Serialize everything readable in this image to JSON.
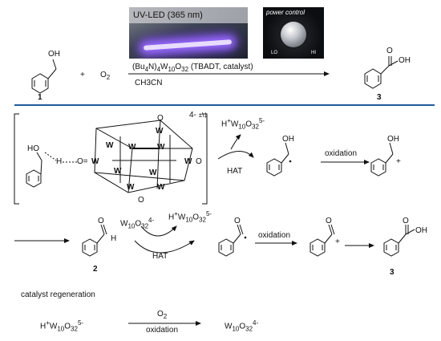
{
  "header": {
    "photo_label": "UV-LED (365 nm)",
    "control_label": "power control",
    "knob_lo": "LO",
    "knob_hi": "HI"
  },
  "reaction": {
    "substrate_label": "1",
    "plus": "+",
    "oxidant": "O",
    "oxidant_sub": "2",
    "catalyst_line": [
      "(Bu",
      "4",
      "N)",
      "4",
      "W",
      "10",
      "O",
      "32",
      " (TBADT, catalyst)"
    ],
    "solvent": "CH3CN",
    "product_label": "3"
  },
  "mechanism": {
    "complex_charge": "4-",
    "complex_dagger": "±\\‡",
    "oh_label": "HO",
    "h_label": "H",
    "oxo_label": "O=",
    "w_atom": "W",
    "o_atom": "O",
    "step1_species": [
      "H",
      "+",
      "W",
      "10",
      "O",
      "32",
      "5-"
    ],
    "step1_arrow": "HAT",
    "radical_oh": "OH",
    "oxidation_label": "oxidation",
    "cation_oh": "OH",
    "cation_plus": "+",
    "aldehyde_o": "O",
    "aldehyde_h": "H",
    "intermediate_label": "2",
    "step2_in": [
      "W",
      "10",
      "O",
      "32",
      "4-"
    ],
    "step2_out": [
      "H",
      "+",
      "W",
      "10",
      "O",
      "32",
      "5-"
    ],
    "step2_arrow": "HAT",
    "acyl_o": "O",
    "acylium_o": "O",
    "acylium_plus": "+",
    "acid_oh": "OH",
    "acid_o": "O",
    "product_label": "3"
  },
  "regeneration": {
    "title": "catalyst regeneration",
    "reactant": [
      "H",
      "+",
      "W",
      "10",
      "O",
      "32",
      "5-"
    ],
    "reagent": "O",
    "reagent_sub": "2",
    "arrow_label": "oxidation",
    "product": [
      "W",
      "10",
      "O",
      "32",
      "4-"
    ]
  },
  "colors": {
    "divider": "#1f5a9a",
    "ink": "#111111",
    "led_glow": "#9a6cff"
  }
}
